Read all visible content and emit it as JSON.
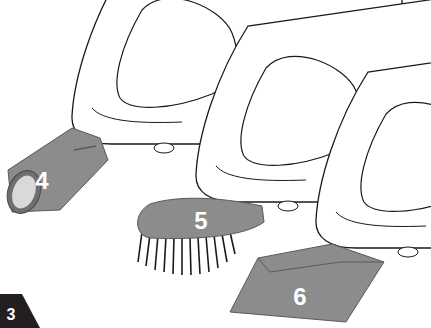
{
  "diagram": {
    "labels": [
      "4",
      "5",
      "6",
      "3"
    ]
  }
}
